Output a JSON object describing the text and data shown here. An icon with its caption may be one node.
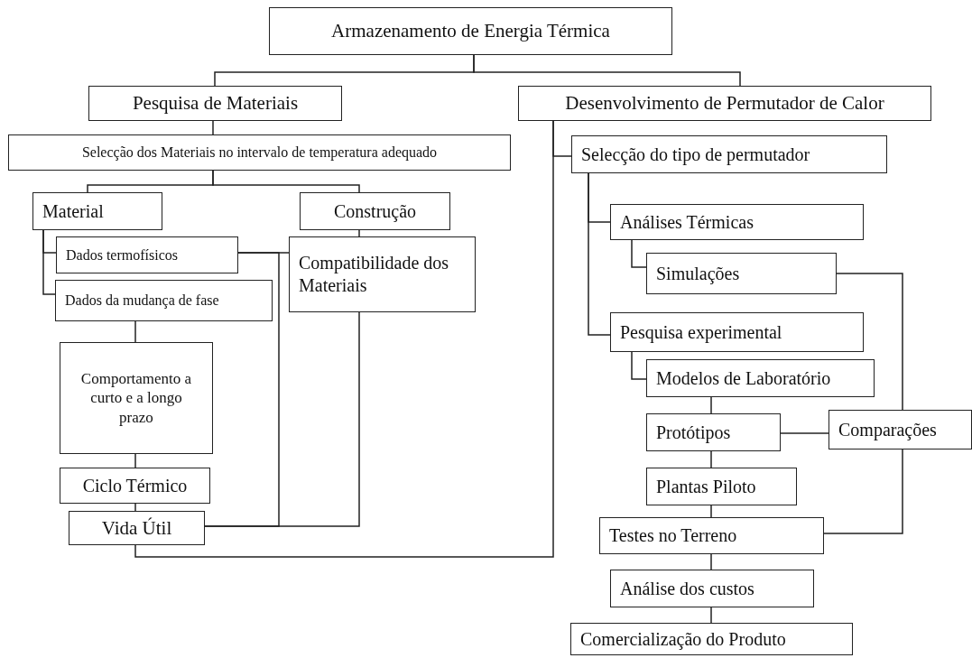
{
  "diagram": {
    "nodes": [
      {
        "text": [
          "Armazenamento de Energia Térmica"
        ]
      },
      {
        "text": [
          "Pesquisa de Materiais"
        ]
      },
      {
        "text": [
          "Desenvolvimento de Permutador de Calor"
        ]
      },
      {
        "text": [
          "Selecção dos Materiais no intervalo de temperatura adequado"
        ]
      },
      {
        "text": [
          "Material"
        ]
      },
      {
        "text": [
          "Construção"
        ]
      },
      {
        "text": [
          "Dados termofísicos"
        ]
      },
      {
        "text": [
          "Compatibilidade dos Materiais"
        ]
      },
      {
        "text": [
          "Dados da mudança de fase"
        ]
      },
      {
        "text": [
          "Comportamento a curto e a longo prazo"
        ]
      },
      {
        "text": [
          "Ciclo Térmico"
        ]
      },
      {
        "text": [
          "Vida Útil"
        ]
      },
      {
        "text": [
          "Selecção do tipo de permutador"
        ]
      },
      {
        "text": [
          "Análises Térmicas"
        ]
      },
      {
        "text": [
          "Simulações"
        ]
      },
      {
        "text": [
          "Pesquisa experimental"
        ]
      },
      {
        "text": [
          "Modelos de Laboratório"
        ]
      },
      {
        "text": [
          "Protótipos"
        ]
      },
      {
        "text": [
          "Comparações"
        ]
      },
      {
        "text": [
          "Plantas Piloto"
        ]
      },
      {
        "text": [
          "Testes no Terreno"
        ]
      },
      {
        "text": [
          "Análise dos custos"
        ]
      },
      {
        "text": [
          "Comercialização do Produto"
        ]
      }
    ],
    "edges": [
      {
        "from": 0,
        "to": 1,
        "arrow": "none"
      },
      {
        "from": 0,
        "to": 2,
        "arrow": "none"
      },
      {
        "from": 1,
        "to": 3,
        "arrow": "none"
      },
      {
        "from": 3,
        "to": 4,
        "arrow": "none"
      },
      {
        "from": 3,
        "to": 5,
        "arrow": "none"
      },
      {
        "from": 4,
        "to": 6,
        "arrow": "none"
      },
      {
        "from": 4,
        "to": 8,
        "arrow": "none"
      },
      {
        "from": 5,
        "to": 7,
        "arrow": "none"
      },
      {
        "from": 6,
        "to": 7,
        "arrow": "none"
      },
      {
        "from": 6,
        "to": 11,
        "arrow": "none"
      },
      {
        "from": 7,
        "to": 11,
        "arrow": "none"
      },
      {
        "from": 8,
        "to": 9,
        "arrow": "none"
      },
      {
        "from": 9,
        "to": 10,
        "arrow": "none"
      },
      {
        "from": 10,
        "to": 11,
        "arrow": "none"
      },
      {
        "from": 11,
        "to": 2,
        "arrow": "none"
      },
      {
        "from": 2,
        "to": 12,
        "arrow": "none"
      },
      {
        "from": 12,
        "to": 13,
        "arrow": "none"
      },
      {
        "from": 12,
        "to": 15,
        "arrow": "none"
      },
      {
        "from": 13,
        "to": 14,
        "arrow": "none"
      },
      {
        "from": 15,
        "to": 16,
        "arrow": "none"
      },
      {
        "from": 14,
        "to": 18,
        "arrow": "none"
      },
      {
        "from": 16,
        "to": 17,
        "arrow": "none"
      },
      {
        "from": 17,
        "to": 18,
        "arrow": "none"
      },
      {
        "from": 17,
        "to": 19,
        "arrow": "none"
      },
      {
        "from": 19,
        "to": 20,
        "arrow": "none"
      },
      {
        "from": 18,
        "to": 20,
        "arrow": "none"
      },
      {
        "from": 20,
        "to": 21,
        "arrow": "none"
      },
      {
        "from": 21,
        "to": 22,
        "arrow": "none"
      }
    ]
  }
}
